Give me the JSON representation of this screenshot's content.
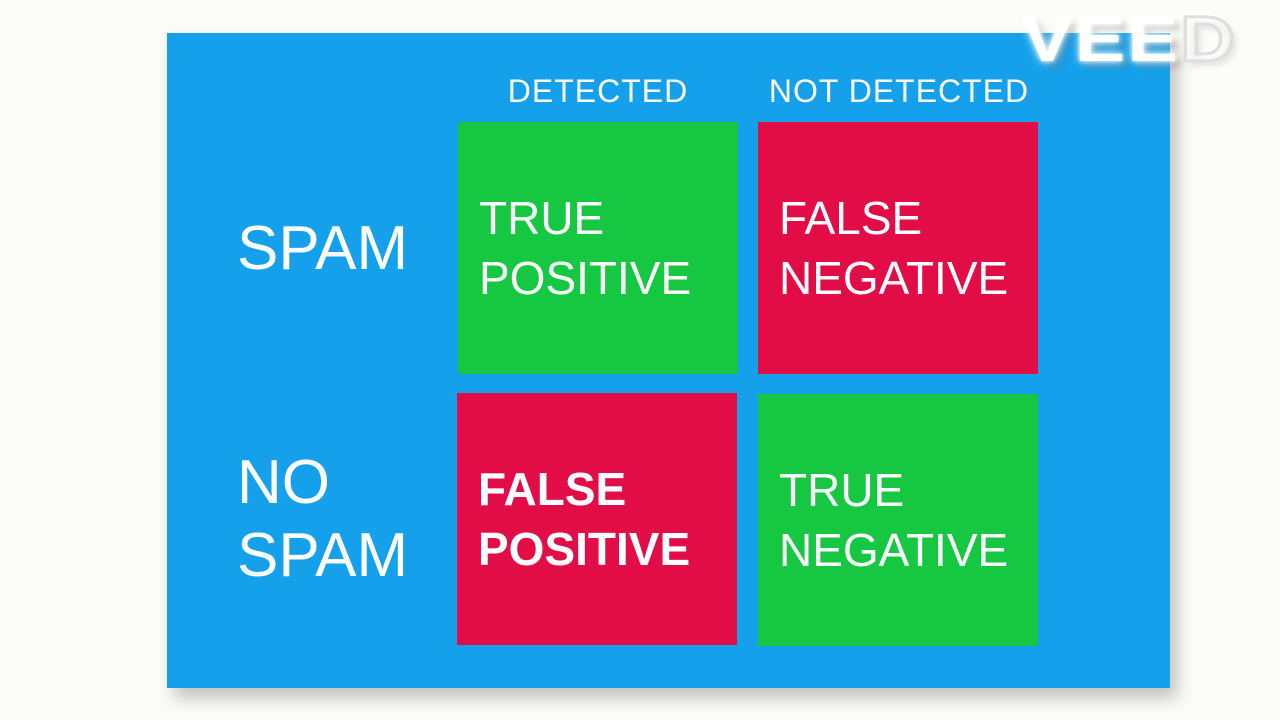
{
  "watermark": {
    "solid": "VEE",
    "outline": "D"
  },
  "matrix": {
    "column_headers": [
      "DETECTED",
      "NOT DETECTED"
    ],
    "row_labels": [
      "SPAM",
      "NO\nSPAM"
    ],
    "cells": [
      {
        "text": "TRUE\nPOSITIVE",
        "variant": "green",
        "bold": false,
        "row": "SPAM",
        "column": "DETECTED"
      },
      {
        "text": "FALSE\nNEGATIVE",
        "variant": "red",
        "bold": false,
        "row": "SPAM",
        "column": "NOT DETECTED"
      },
      {
        "text": "FALSE\nPOSITIVE",
        "variant": "red",
        "bold": true,
        "row": "NO SPAM",
        "column": "DETECTED"
      },
      {
        "text": "TRUE\nNEGATIVE",
        "variant": "green",
        "bold": false,
        "row": "NO SPAM",
        "column": "NOT DETECTED"
      }
    ]
  },
  "colors": {
    "blue": "#14a0ea",
    "green": "#15c741",
    "red": "#e20c46",
    "text": "#ffffff",
    "bg": "#fcfcf9"
  }
}
